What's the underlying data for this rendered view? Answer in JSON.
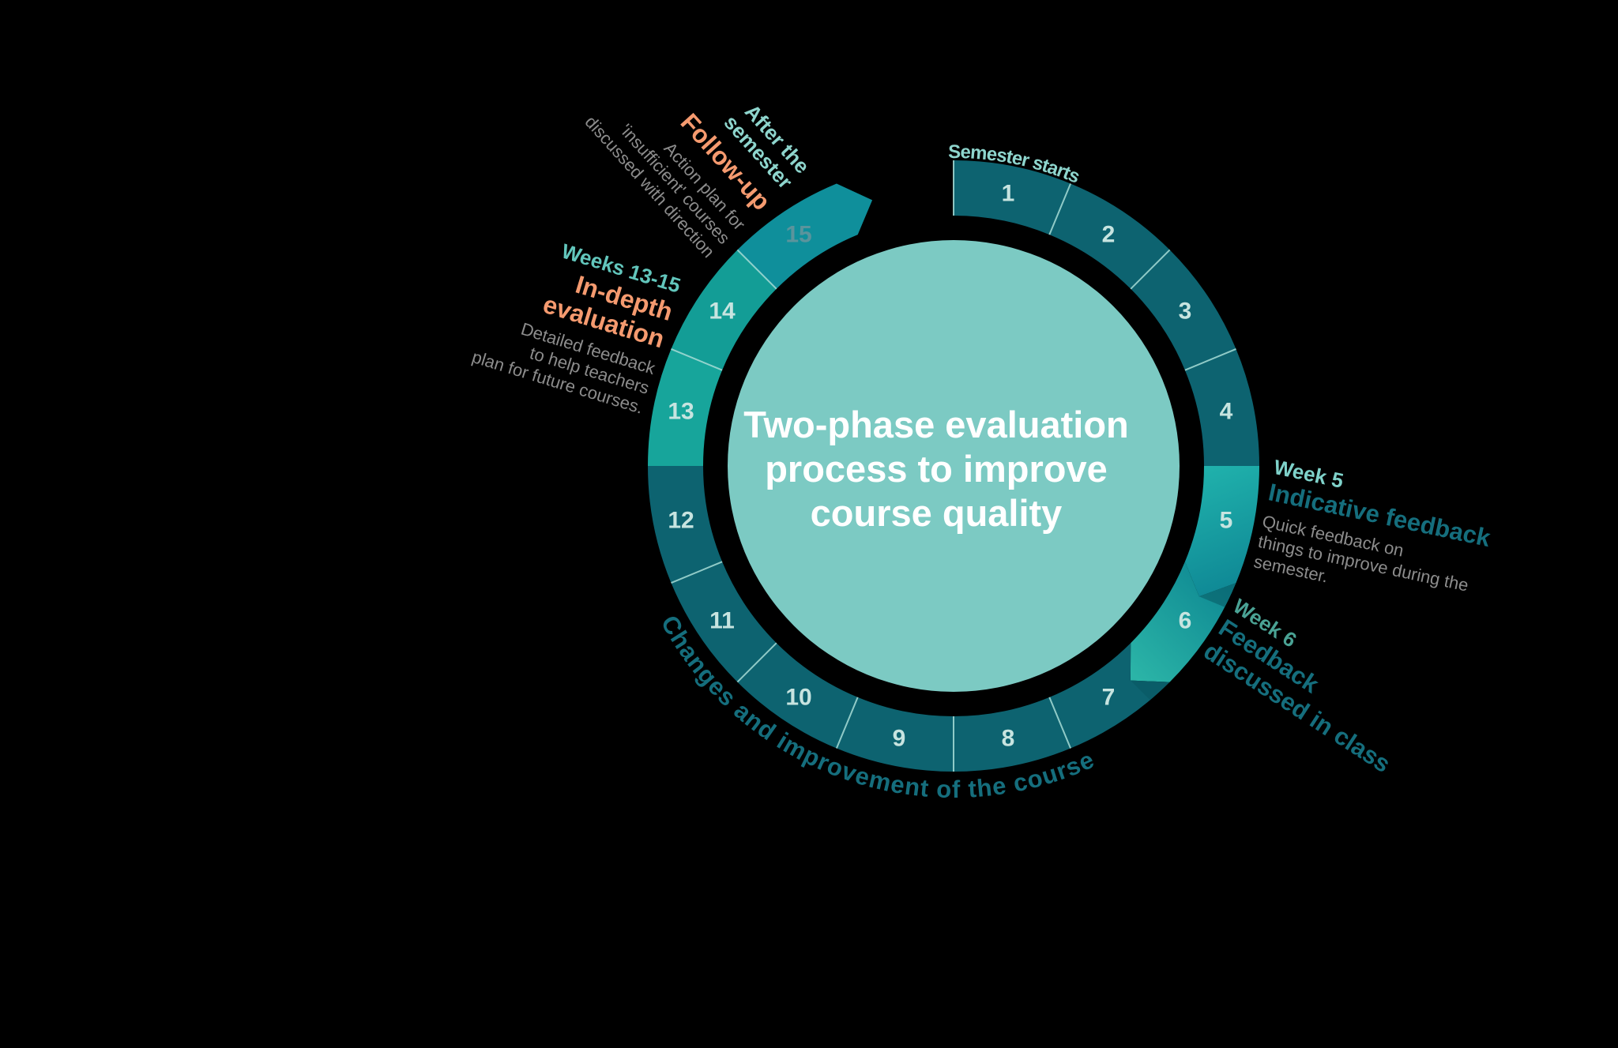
{
  "title": {
    "lines": [
      "Two-phase evaluation",
      "process to improve",
      "course quality"
    ]
  },
  "ring": {
    "segments": [
      {
        "label": "1"
      },
      {
        "label": "2"
      },
      {
        "label": "3"
      },
      {
        "label": "4"
      },
      {
        "label": "5"
      },
      {
        "label": "6"
      },
      {
        "label": "7"
      },
      {
        "label": "8"
      },
      {
        "label": "9"
      },
      {
        "label": "10"
      },
      {
        "label": "11"
      },
      {
        "label": "12"
      },
      {
        "label": "13"
      },
      {
        "label": "14"
      },
      {
        "label": "15"
      }
    ],
    "curved_labels": {
      "top": "Semester starts",
      "bottom": "Changes and improvement of the course"
    }
  },
  "annotations": {
    "week5": {
      "period": "Week 5",
      "heading": "Indicative feedback",
      "body": [
        "Quick feedback on",
        "things to improve during the",
        "semester."
      ]
    },
    "week6": {
      "period": "Week 6",
      "heading": [
        "Feedback",
        "discussed in class"
      ]
    },
    "weeks13_15": {
      "period": "Weeks 13-15",
      "heading": [
        "In-depth",
        "evaluation"
      ],
      "body": [
        "Detailed feedback",
        "to help teachers",
        "plan for future courses."
      ]
    },
    "after_semester": {
      "period": [
        "After the",
        "semester"
      ],
      "heading": "Follow-up",
      "body": [
        "Action plan for",
        "'insufficient' courses",
        "discussed with direction"
      ]
    }
  },
  "colors": {
    "background": "#000000",
    "disc": "#7ccac3",
    "title_text": "#ffffff",
    "segment_regular": "#0d6370",
    "segment_13": "#17a59b",
    "segment_14": "#139d96",
    "segment_15": "#0f8f9b",
    "segment_5_start": "#20b2ac",
    "segment_5_end": "#0e8694",
    "segment_6_start": "#0f8a93",
    "segment_6_end": "#2bb4a7",
    "separator": "#a8ded8",
    "shadow": "#085862",
    "number": "#c7e4e0",
    "number_15": "#5b949c",
    "curved_top_text": "#8ed5cd",
    "curved_bottom_text": "#156e7d",
    "orange_accent": "#f59a6f",
    "gray_body_text": "#8c8c8c",
    "teal_heading": "#156e7d",
    "week5_label": "#7fd2ca",
    "week6_label": "#4aa294",
    "weeks13_15_label": "#62c6bc",
    "after_semester_label": "#8ed5cd"
  }
}
